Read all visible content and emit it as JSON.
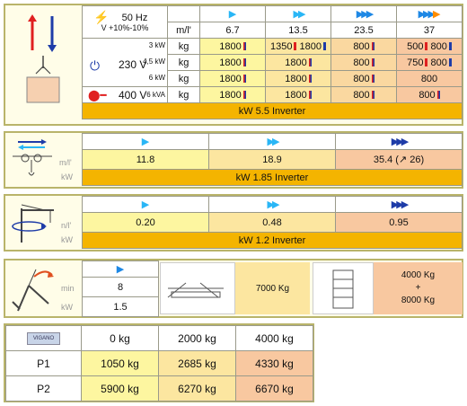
{
  "p1": {
    "freq": "50 Hz",
    "volt": "V +10%-10%",
    "unit": "m/l'",
    "speeds": [
      "6.7",
      "13.5",
      "23.5",
      "37"
    ],
    "v230": "230 V",
    "v400": "400 V",
    "rows": [
      {
        "p": "3",
        "pu": "kW",
        "c": [
          "1800",
          "1350",
          "1800",
          "800",
          "500",
          "800"
        ]
      },
      {
        "p": "4,5",
        "pu": "kW",
        "c": [
          "1800",
          "800",
          "750",
          "800"
        ]
      },
      {
        "p": "6",
        "pu": "kW",
        "c": [
          "1800",
          "1800",
          "800",
          "800"
        ]
      },
      {
        "p": "6",
        "pu": "kVA",
        "c": [
          "1800",
          "1800",
          "800",
          "800"
        ]
      }
    ],
    "kg": "kg",
    "footer": "kW  5.5  Inverter"
  },
  "p2": {
    "unit": "m/l'",
    "pu": "kW",
    "vals": [
      "11.8",
      "18.9",
      "35.4 (↗ 26)"
    ],
    "footer": "kW  1.85  Inverter"
  },
  "p3": {
    "unit": "n/l'",
    "pu": "kW",
    "vals": [
      "0.20",
      "0.48",
      "0.95"
    ],
    "footer": "kW  1.2  Inverter"
  },
  "p4": {
    "unit": "min",
    "pu": "kW",
    "val1": "8",
    "val2": "1.5",
    "mid": "7000 Kg",
    "r1": "4000 Kg",
    "r2": "+",
    "r3": "8000 Kg"
  },
  "p5": {
    "cols": [
      "0 kg",
      "2000 kg",
      "4000 kg"
    ],
    "rows": [
      {
        "l": "P1",
        "c": [
          "1050 kg",
          "2685 kg",
          "4330 kg"
        ]
      },
      {
        "l": "P2",
        "c": [
          "5900 kg",
          "6270 kg",
          "6670 kg"
        ]
      }
    ],
    "logo": "VIGANO"
  },
  "colors": {
    "accent": "#f4b400",
    "arrow_blue": "#29b6f6",
    "arrow_orange": "#ff8c00",
    "red": "#e02020"
  }
}
